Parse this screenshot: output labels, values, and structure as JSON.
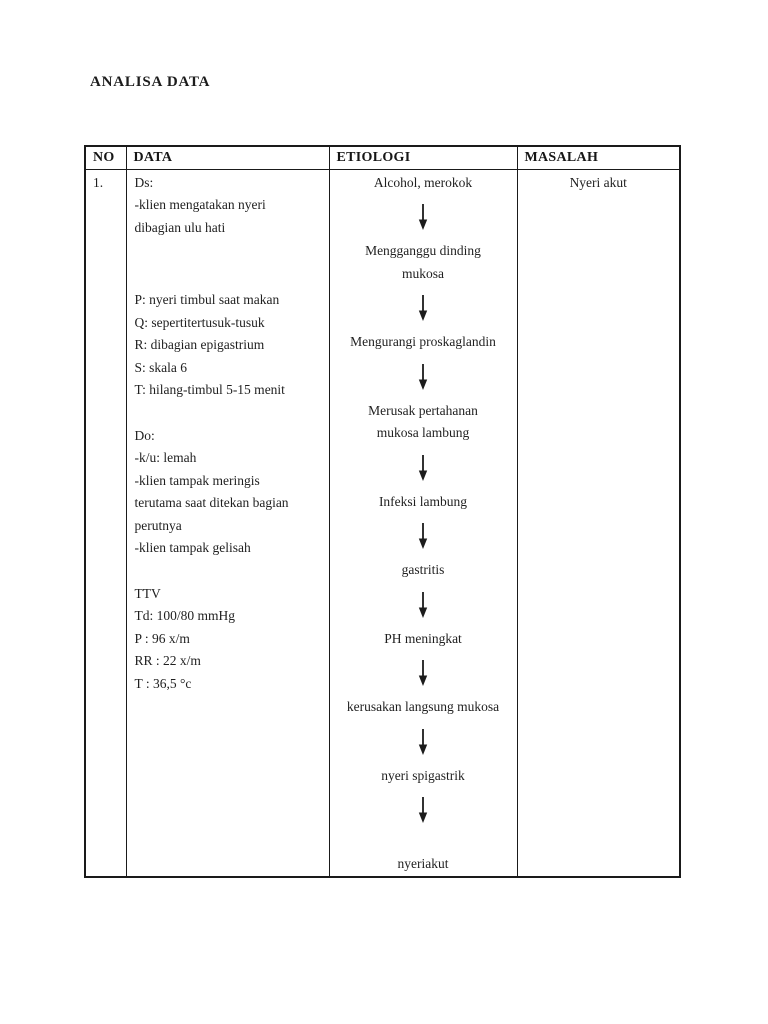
{
  "document": {
    "title": "ANALISA DATA"
  },
  "table": {
    "headers": {
      "no": "NO",
      "data": "DATA",
      "etiologi": "ETIOLOGI",
      "masalah": "MASALAH"
    },
    "row": {
      "no": "1.",
      "data": {
        "ds": [
          "Ds:",
          "-klien mengatakan nyeri",
          "dibagian ulu hati"
        ],
        "pqrst": [
          "P: nyeri timbul saat makan",
          "Q: sepertitertusuk-tusuk",
          "R: dibagian epigastrium",
          "S: skala 6",
          "T: hilang-timbul 5-15 menit"
        ],
        "do": [
          "Do:",
          "-k/u: lemah",
          "-klien tampak meringis",
          "terutama saat ditekan bagian",
          "perutnya",
          "-klien tampak gelisah"
        ],
        "ttv": [
          "TTV",
          "Td: 100/80 mmHg",
          "P : 96 x/m",
          "RR : 22 x/m",
          "T : 36,5 °c"
        ]
      },
      "etiologi": [
        "Alcohol, merokok",
        "Mengganggu dinding\nmukosa",
        "Mengurangi proskaglandin",
        "Merusak pertahanan\nmukosa lambung",
        "Infeksi lambung",
        "gastritis",
        "PH meningkat",
        "kerusakan langsung mukosa",
        "nyeri spigastrik",
        "nyeriakut"
      ],
      "masalah": "Nyeri akut"
    }
  },
  "colors": {
    "ink": "#1a1a1a",
    "paper": "#ffffff"
  }
}
